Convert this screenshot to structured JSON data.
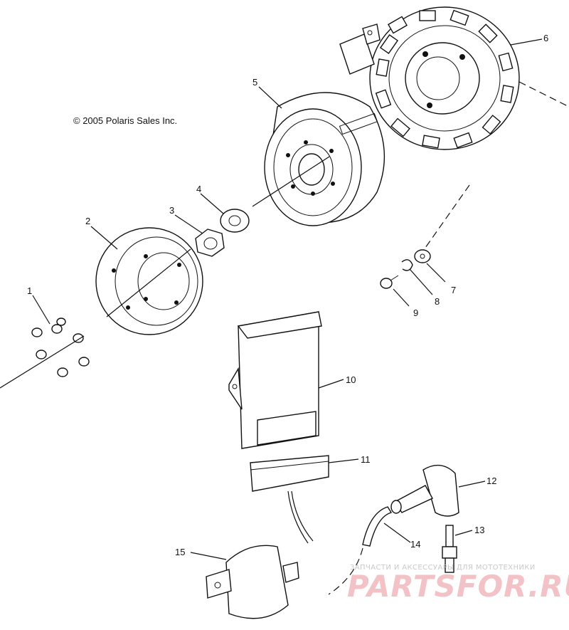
{
  "copyright": "© 2005 Polaris Sales Inc.",
  "callouts": {
    "c1": "1",
    "c2": "2",
    "c3": "3",
    "c4": "4",
    "c5": "5",
    "c6": "6",
    "c7": "7",
    "c8": "8",
    "c9": "9",
    "c10": "10",
    "c11": "11",
    "c12": "12",
    "c13": "13",
    "c14": "14",
    "c15": "15"
  },
  "watermark": {
    "tagline": "ЗАПЧАСТИ И АКСЕССУАРЫ ДЛЯ МОТОТЕХНИКИ",
    "brand": "PARTSFOR.RU",
    "color": "#e0202a"
  }
}
